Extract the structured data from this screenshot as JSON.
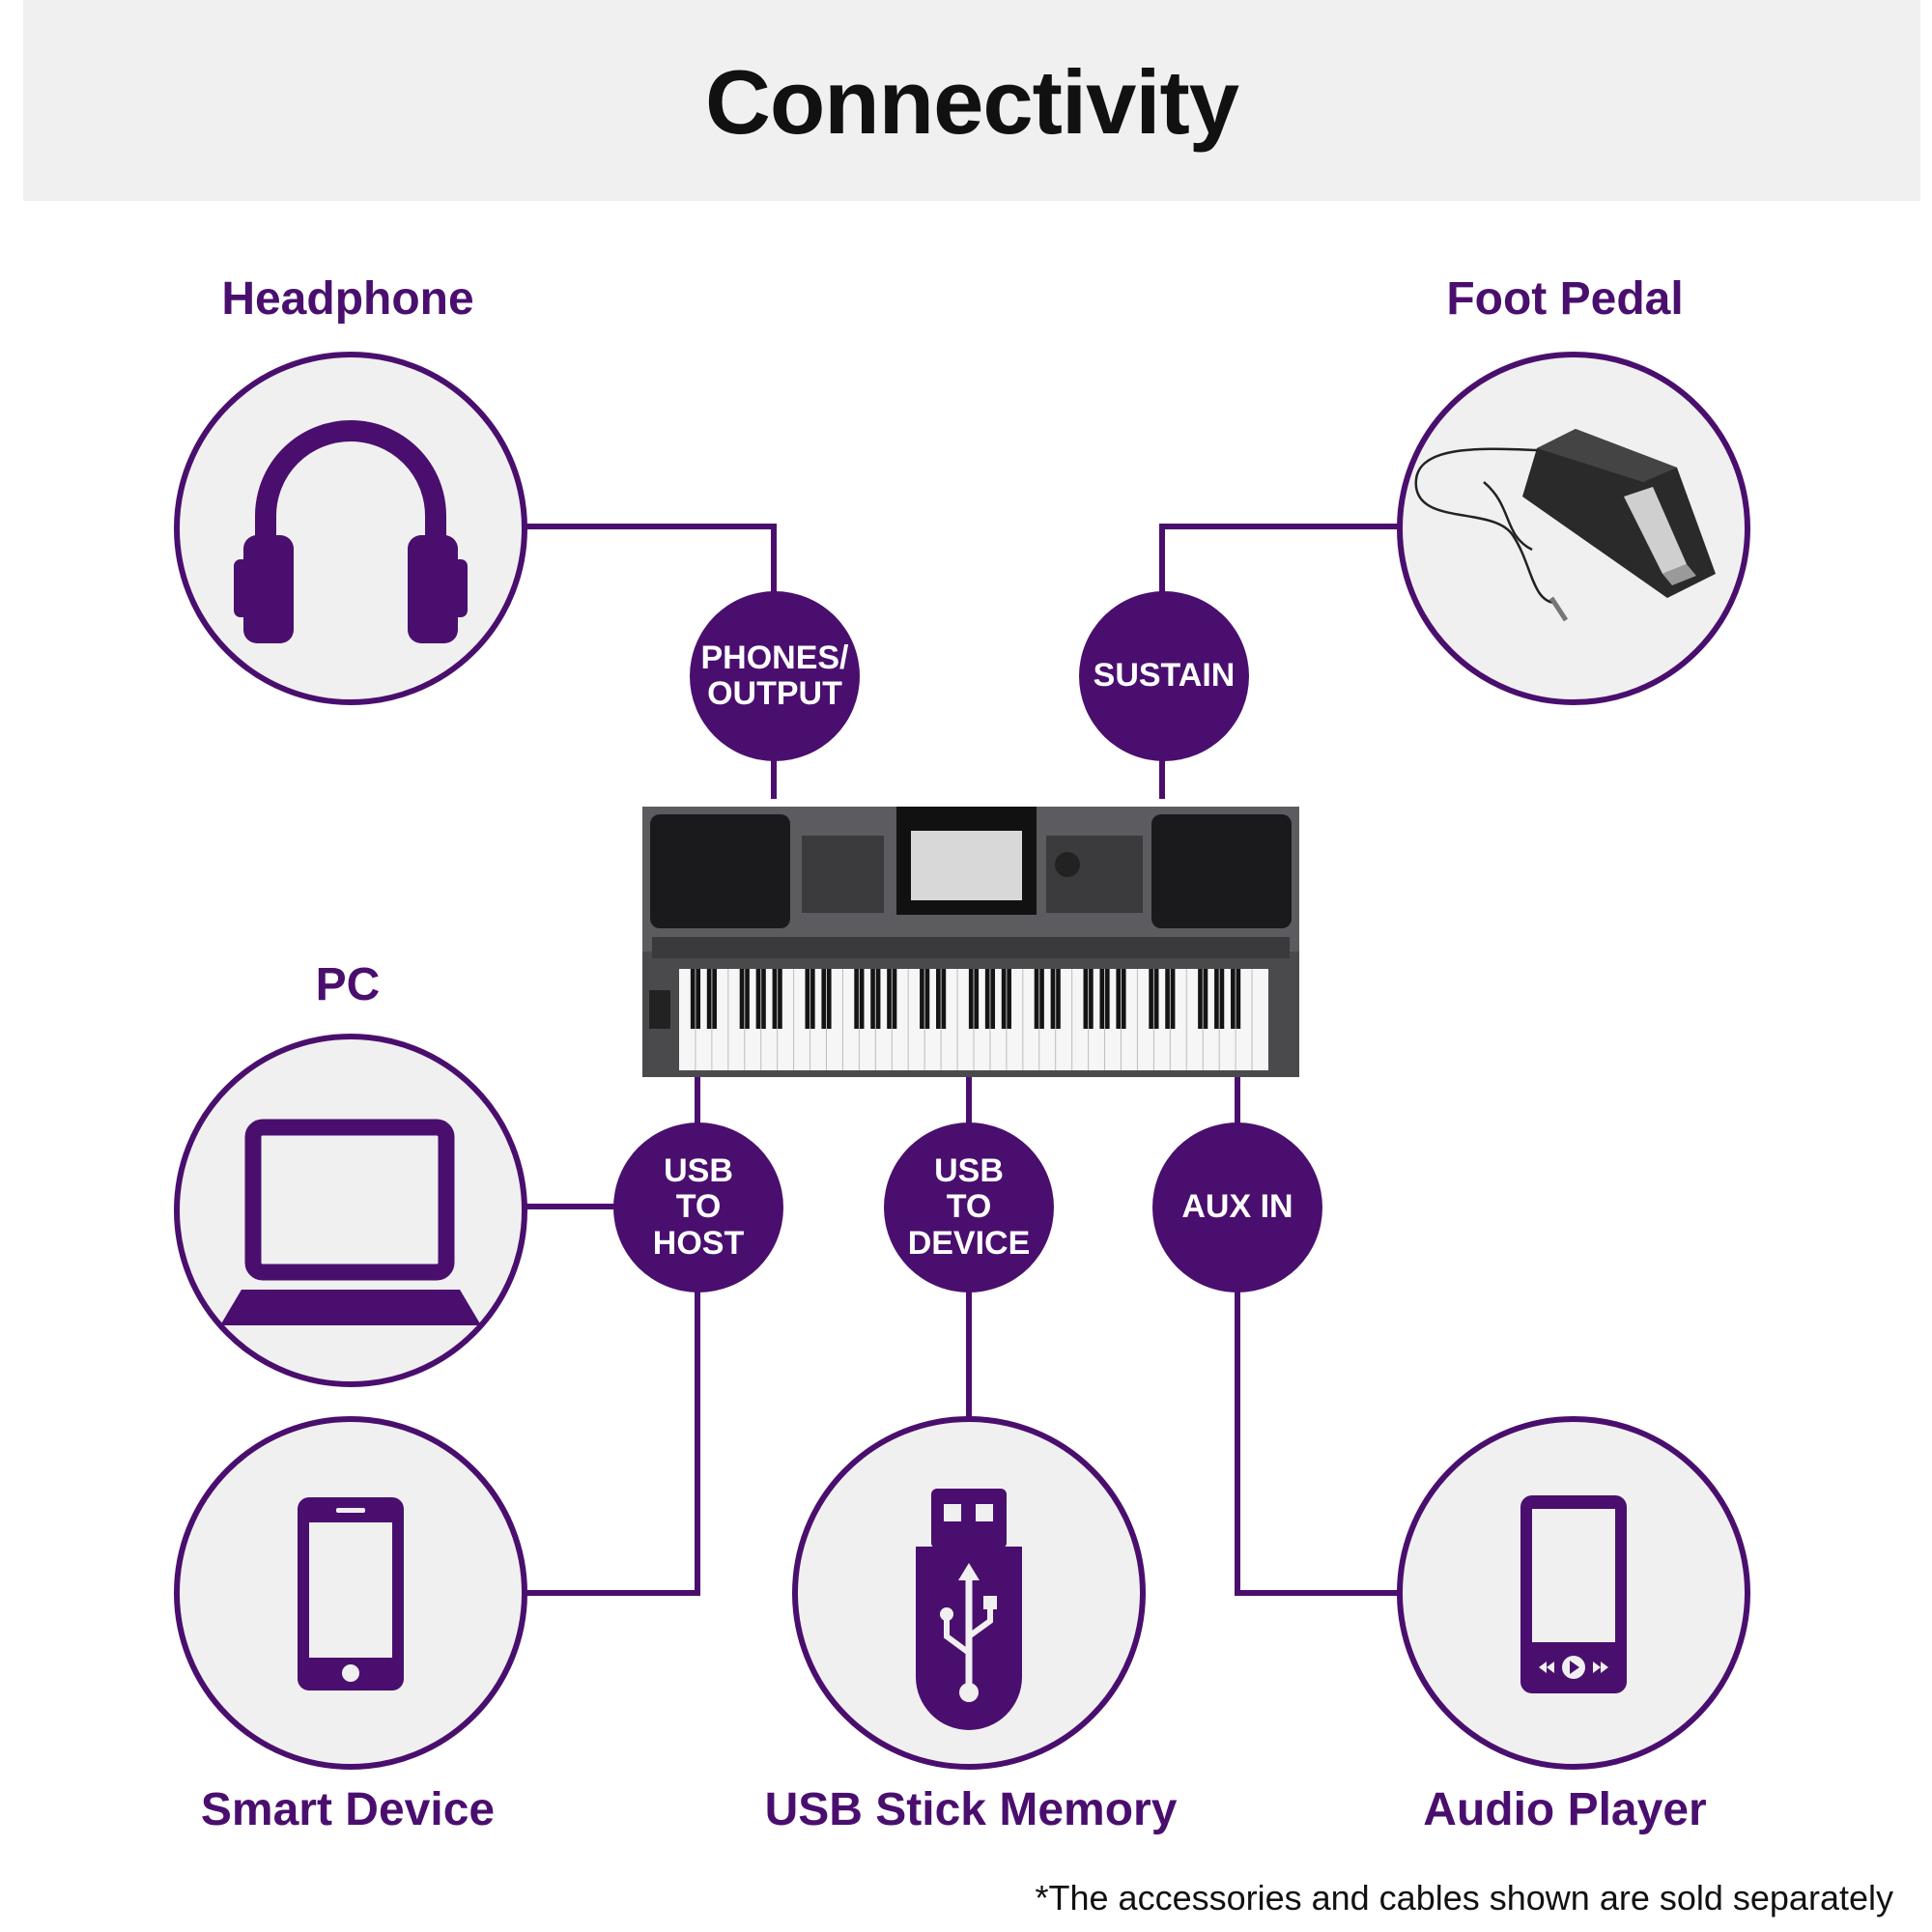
{
  "title": "Connectivity",
  "devices": {
    "headphone": "Headphone",
    "foot_pedal": "Foot Pedal",
    "pc": "PC",
    "smart_device": "Smart Device",
    "usb_stick_memory": "USB Stick Memory",
    "audio_player": "Audio Player"
  },
  "ports": {
    "phones_output": [
      "PHONES/",
      "OUTPUT"
    ],
    "sustain": [
      "SUSTAIN"
    ],
    "usb_to_host": [
      "USB",
      "TO",
      "HOST"
    ],
    "usb_to_device": [
      "USB",
      "TO",
      "DEVICE"
    ],
    "aux_in": [
      "AUX IN"
    ]
  },
  "footnote": "*The accessories and cables shown are sold separately",
  "colors": {
    "accent": "#4a0f6e",
    "circle_fill": "#f1f0f1",
    "banner": "#f1f0f1"
  },
  "icons": [
    "headphones-icon",
    "foot-pedal-icon",
    "laptop-icon",
    "smartphone-icon",
    "usb-stick-icon",
    "media-player-icon",
    "keyboard-image"
  ]
}
